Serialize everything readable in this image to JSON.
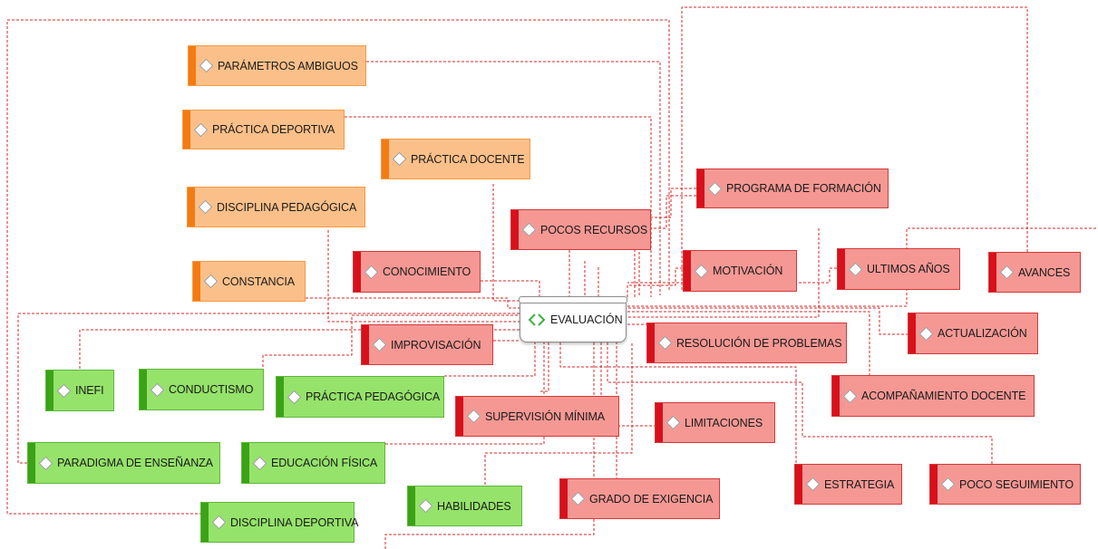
{
  "central": {
    "label": "EVALUACIÓN",
    "icon": "double-chevron-icon"
  },
  "nodes": {
    "parametros_ambiguos": "PARÁMETROS AMBIGUOS",
    "practica_deportiva": "PRÁCTICA DEPORTIVA",
    "practica_docente": "PRÁCTICA DOCENTE",
    "disciplina_pedagogica": "DISCIPLINA PEDAGÓGICA",
    "constancia": "CONSTANCIA",
    "programa_formacion": "PROGRAMA DE FORMACIÓN",
    "pocos_recursos": "POCOS RECURSOS",
    "conocimiento": "CONOCIMIENTO",
    "motivacion": "MOTIVACIÓN",
    "ultimos_anos": "ULTIMOS AÑOS",
    "avances": "AVANCES",
    "improvisacion": "IMPROVISACIÓN",
    "resolucion_problemas": "RESOLUCIÓN DE PROBLEMAS",
    "actualizacion": "ACTUALIZACIÓN",
    "inefi": "INEFI",
    "conductismo": "CONDUCTISMO",
    "practica_pedagogica": "PRÁCTICA PEDAGÓGICA",
    "supervision_minima": "SUPERVISIÓN MÍNIMA",
    "limitaciones": "LIMITACIONES",
    "acompanamiento_docente": "ACOMPAÑAMIENTO DOCENTE",
    "paradigma_ensenanza": "PARADIGMA DE ENSEÑANZA",
    "educacion_fisica": "EDUCACIÓN FÍSICA",
    "estrategia": "ESTRATEGIA",
    "poco_seguimiento": "POCO SEGUIMIENTO",
    "habilidades": "HABILIDADES",
    "grado_exigencia": "GRADO DE EXIGENCIA",
    "disciplina_deportiva": "DISCIPLINA DEPORTIVA"
  },
  "colors": {
    "orange_fill": "#fbc089",
    "orange_accent": "#f47a12",
    "red_fill": "#f59894",
    "red_accent": "#d8101c",
    "green_fill": "#95e36a",
    "green_accent": "#3aa316",
    "connector": "#d42828"
  }
}
